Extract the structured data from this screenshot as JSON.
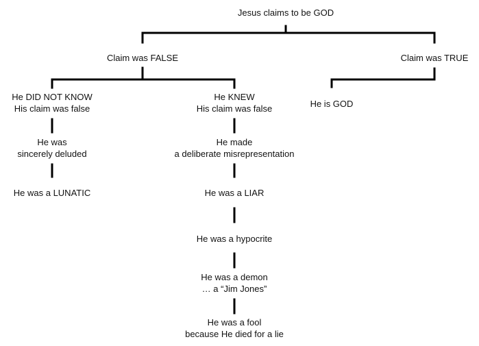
{
  "root": "Jesus claims to be GOD",
  "branches": {
    "false": {
      "label": "Claim was FALSE",
      "did_not_know": {
        "label": [
          "He DID NOT KNOW",
          "His claim was false"
        ],
        "steps": [
          [
            "He was",
            "sincerely deluded"
          ],
          [
            "He was a LUNATIC"
          ]
        ]
      },
      "knew": {
        "label": [
          "He KNEW",
          "His claim was false"
        ],
        "steps": [
          [
            "He made",
            "a deliberate misrepresentation"
          ],
          [
            "He was a LIAR"
          ],
          [
            "He was a hypocrite"
          ],
          [
            "He was a demon",
            "… a “Jim Jones”"
          ],
          [
            "He was a fool",
            "because He died for a lie"
          ]
        ]
      }
    },
    "true": {
      "label": "Claim was TRUE",
      "result": "He is GOD"
    }
  }
}
